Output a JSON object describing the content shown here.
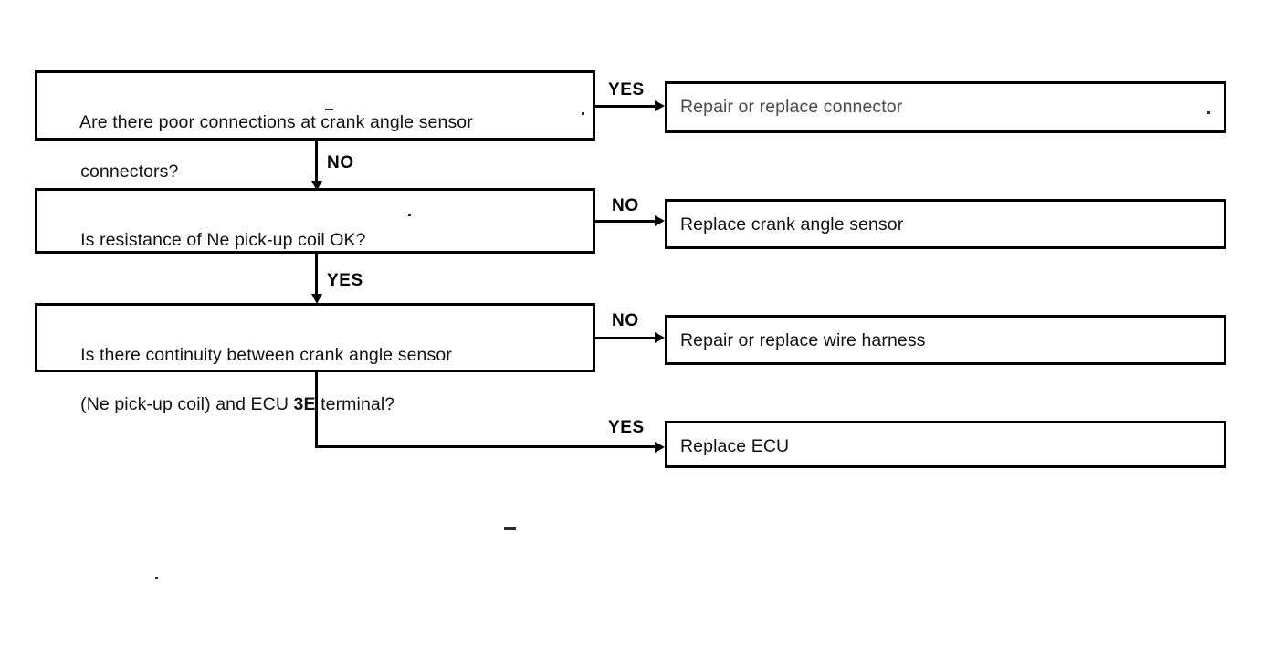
{
  "document": {
    "type": "troubleshooting-flowchart",
    "title": "Crank Angle Sensor Diagnostic Flowchart"
  },
  "nodes": {
    "q1": {
      "line1": "Are there poor connections at crank angle sensor",
      "line2": "connectors?"
    },
    "q2": {
      "line1": "Is resistance of Ne pick-up coil OK?"
    },
    "q3": {
      "line1": "Is there continuity between crank angle sensor",
      "line2_a": "(Ne pick-up coil) and ECU ",
      "line2_b": "3E",
      "line2_c": " terminal?"
    },
    "a1": {
      "text": "Repair or replace connector"
    },
    "a2": {
      "text": "Replace crank angle sensor"
    },
    "a3": {
      "text": "Repair or replace wire harness"
    },
    "a4": {
      "text": "Replace ECU"
    }
  },
  "edge_labels": {
    "q1_yes": "YES",
    "q1_no": "NO",
    "q2_no": "NO",
    "q2_yes": "YES",
    "q3_no": "NO",
    "q3_yes": "YES"
  },
  "colors": {
    "ink": "#000000",
    "paper": "#ffffff"
  }
}
